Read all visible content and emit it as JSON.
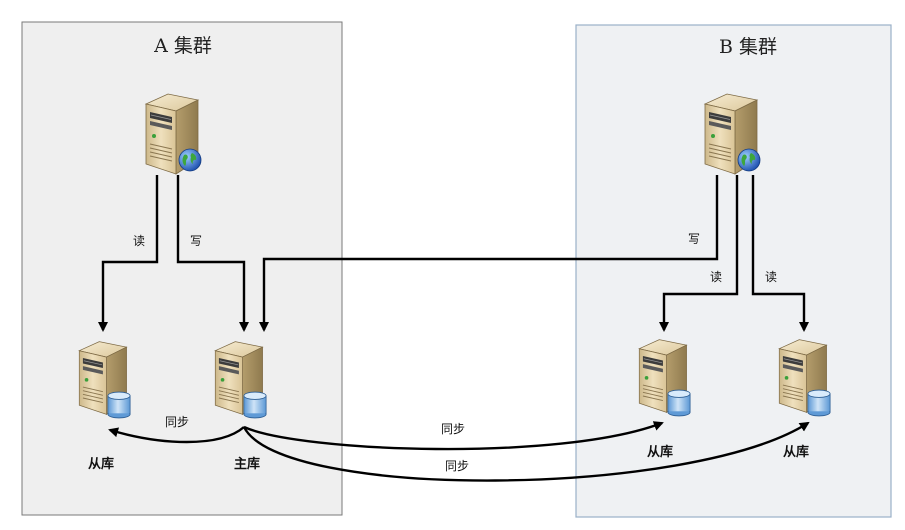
{
  "clusters": {
    "a": {
      "title": "A 集群"
    },
    "b": {
      "title": "B 集群"
    }
  },
  "nodes": {
    "a_replica": {
      "label": "从库",
      "icon": "database-server-icon"
    },
    "a_master": {
      "label": "主库",
      "icon": "database-server-icon"
    },
    "b_replica_1": {
      "label": "从库",
      "icon": "database-server-icon"
    },
    "b_replica_2": {
      "label": "从库",
      "icon": "database-server-icon"
    },
    "a_app": {
      "icon": "web-server-icon"
    },
    "b_app": {
      "icon": "web-server-icon"
    }
  },
  "edges": {
    "a_read": "读",
    "a_write": "写",
    "b_write": "写",
    "b_read_1": "读",
    "b_read_2": "读",
    "sync_a_replica": "同步",
    "sync_b_replica_1": "同步",
    "sync_b_replica_2": "同步"
  },
  "colors": {
    "cluster_a_fill": "#efefef",
    "cluster_a_border": "#7a7a7a",
    "cluster_b_fill": "#eff1f3",
    "cluster_b_border": "#9ab0c8",
    "server_body": "#e6d4ad",
    "globe": "#2a6fd0",
    "database": "#7fb2e6"
  }
}
